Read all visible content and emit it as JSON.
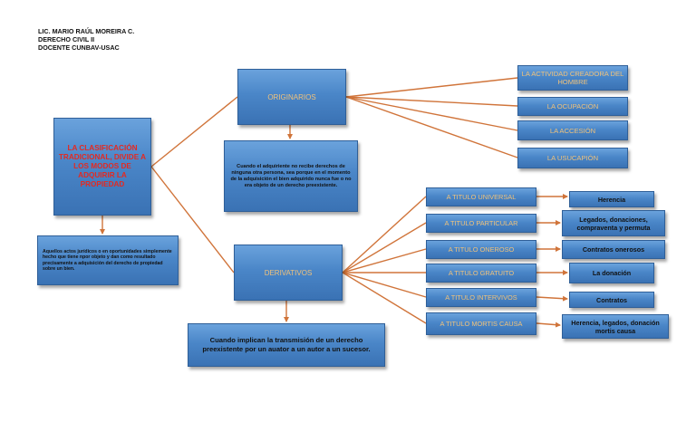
{
  "header": {
    "line1": "LIC. MARIO RAÚL MOREIRA C.",
    "line2": "DERECHO CIVIL II",
    "line3": "DOCENTE CUNBAV-USAC"
  },
  "main_node": "LA CLASIFICACIÓN TRADICIONAL, DIVIDE A LOS MODOS DE ADQUIRIR LA PROPIEDAD",
  "main_note": "Aquellos actos jurídicos o en oportunidades simplemente hecho que tiene npor objeto y dan como resultado precisamente a adquisición del derecho de propiedad sobre un bien.",
  "originarios": {
    "label": "ORIGINARIOS",
    "note": "Cuando el adquiriente no recibe derechos de ninguna otra persona, sea porque en el momento de la adquisición el bien adquirido nunca fue o no era objeto de un derecho preexistente.",
    "items": [
      "LA ACTIVIDAD CREADORA DEL HOMBRE",
      "LA OCUPACIÓN",
      "LA ACCESIÓN",
      "LA USUCAPIÓN"
    ]
  },
  "derivativos": {
    "label": "DERIVATIVOS",
    "note": "Cuando implican la transmisión de un derecho preexistente por un auator a un autor a un sucesor.",
    "items": [
      {
        "label": "A TITULO UNIVERSAL",
        "result": "Herencia"
      },
      {
        "label": "A TITULO PARTICULAR",
        "result": "Legados, donaciones, compraventa y permuta"
      },
      {
        "label": "A TITULO ONEROSO",
        "result": "Contratos onerosos"
      },
      {
        "label": "A TITULO GRATUITO",
        "result": "La donación"
      },
      {
        "label": "A TITULO INTERVIVOS",
        "result": "Contratos"
      },
      {
        "label": "A TITULO MORTIS CAUSA",
        "result": "Herencia, legados, donación mortis causa"
      }
    ]
  },
  "colors": {
    "box_fill": "#4a86c8",
    "box_border": "#2f5f98",
    "connector": "#d0743a",
    "main_text": "#e32a22",
    "label_text": "#f0c27b"
  }
}
